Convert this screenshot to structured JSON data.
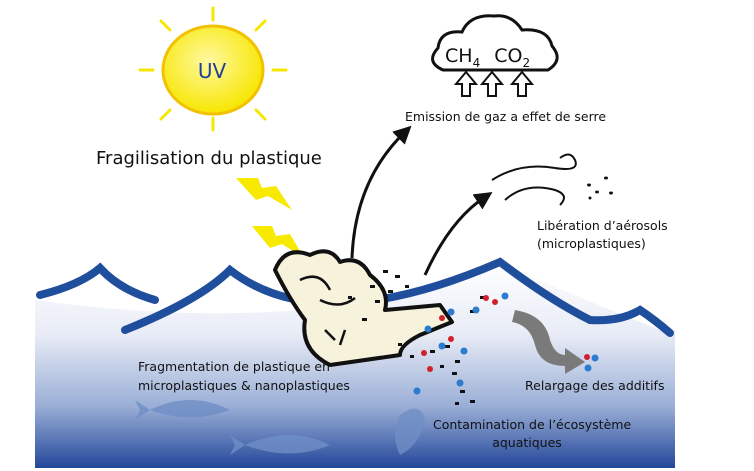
{
  "sun": {
    "label": "UV"
  },
  "title": "Fragilisation du plastique",
  "cloud": {
    "gas1": "CH",
    "gas1_sub": "4",
    "gas2": "CO",
    "gas2_sub": "2"
  },
  "labels": {
    "emission": "Emission de gaz a effet de serre",
    "aerosols_line1": "Libération d’aérosols",
    "aerosols_line2": "(microplastiques)",
    "fragmentation_line1": "Fragmentation de plastique en",
    "fragmentation_line2": "microplastiques & nanoplastiques",
    "additifs": "Relargage des additifs",
    "contamination_line1": "Contamination de l’écosystème",
    "contamination_line2": "aquatiques"
  },
  "colors": {
    "sun": "#f7e600",
    "sun_stroke": "#f2c200",
    "wave": "#1f4e9c",
    "water_top": "#ffffff",
    "water_bottom": "#23479a",
    "additive_red": "#d0202a",
    "additive_blue": "#2b7bd0",
    "lightning": "#f7ea00"
  }
}
